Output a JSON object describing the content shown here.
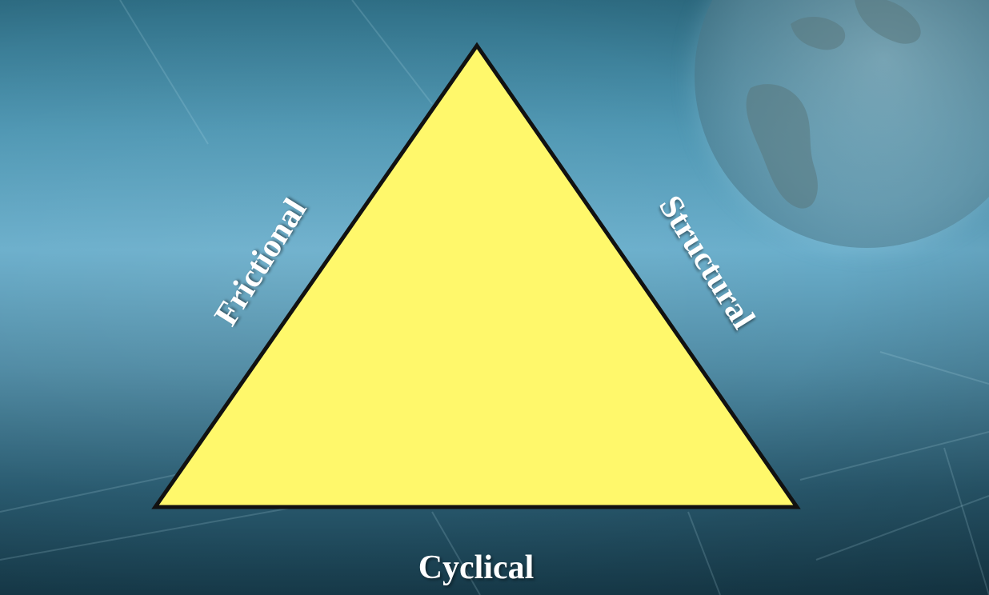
{
  "diagram": {
    "labels": {
      "left": "Frictional",
      "right": "Structural",
      "bottom": "Cyclical"
    },
    "colors": {
      "triangle_fill": "#fff86b",
      "triangle_stroke": "#111111",
      "label_text": "#ffffff"
    }
  }
}
